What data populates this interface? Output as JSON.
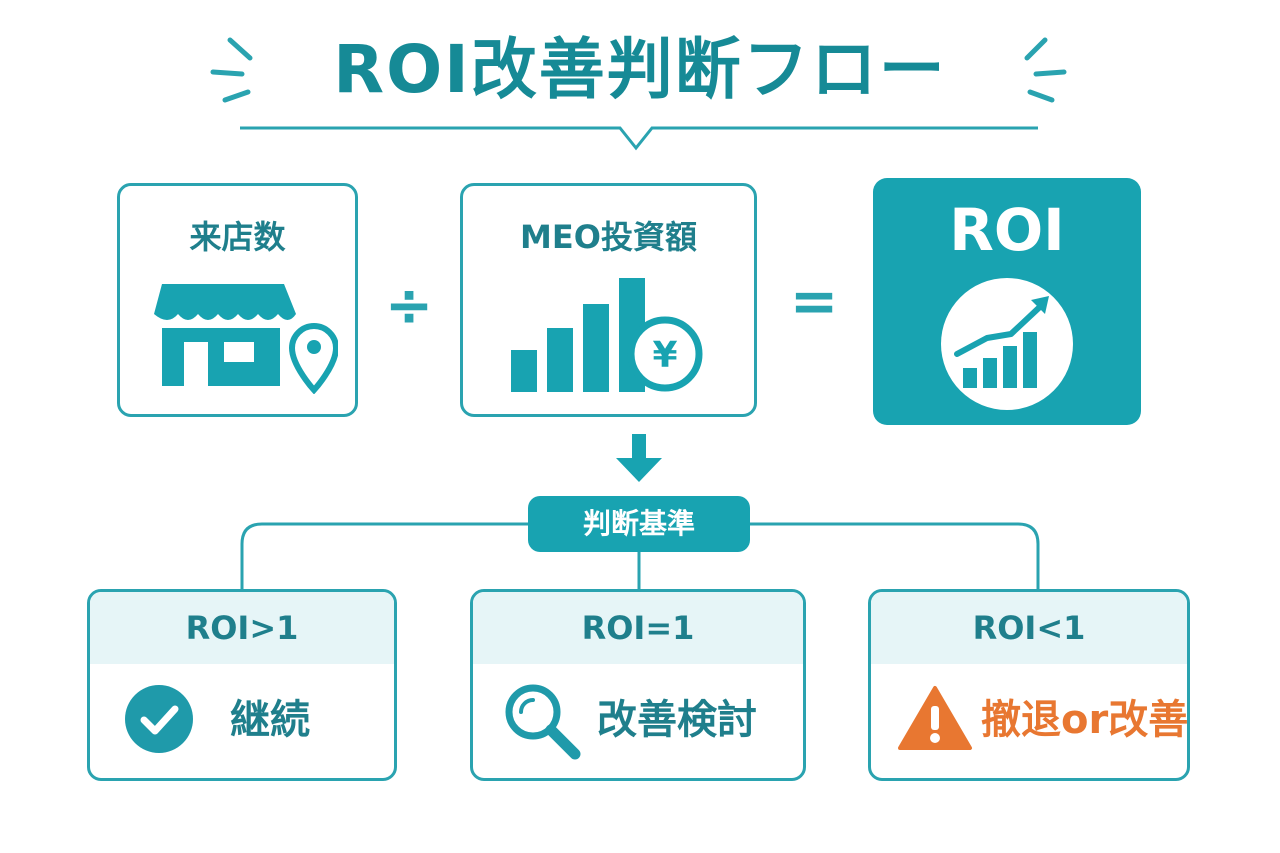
{
  "title": "ROI改善判断フロー",
  "formula": {
    "numerator": {
      "label": "来店数",
      "icon": "store-location-icon"
    },
    "divide_symbol": "÷",
    "denominator": {
      "label": "MEO投資額",
      "icon": "bar-chart-yen-icon"
    },
    "equals_symbol": "=",
    "result": {
      "label": "ROI",
      "icon": "growth-chart-icon"
    }
  },
  "criteria": {
    "label": "判断基準"
  },
  "outcomes": [
    {
      "condition": "ROI>1",
      "action": "継続",
      "icon": "check-circle-icon",
      "color": "#1f9aaa"
    },
    {
      "condition": "ROI=1",
      "action": "改善検討",
      "icon": "magnifier-icon",
      "color": "#1f9aaa"
    },
    {
      "condition": "ROI<1",
      "action": "撤退or改善",
      "icon": "warning-triangle-icon",
      "color": "#e87731"
    }
  ],
  "colors": {
    "primary": "#18a3b1",
    "dark": "#1f7f8c",
    "warning": "#e87731",
    "light": "#e6f5f7"
  }
}
